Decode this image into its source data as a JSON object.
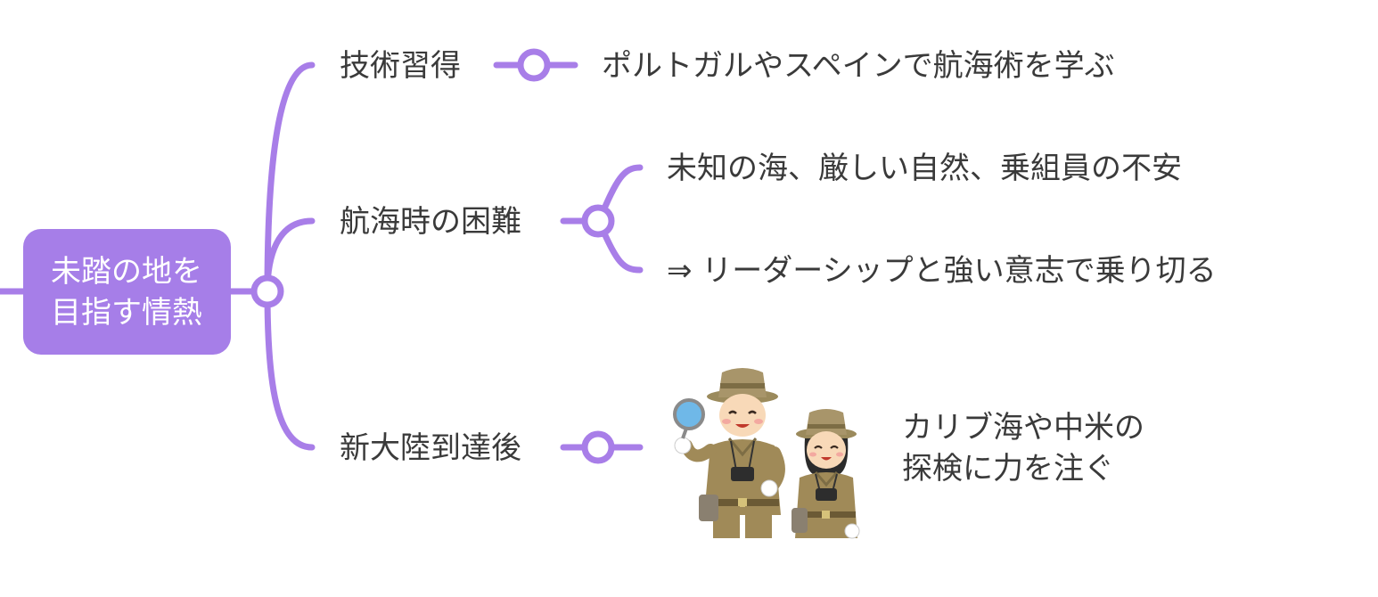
{
  "colors": {
    "accent": "#a87ee8",
    "root_fill": "#a67ee8",
    "text": "#3a3a3a"
  },
  "root": {
    "line1": "未踏の地を",
    "line2": "目指す情熱"
  },
  "branches": {
    "skill": {
      "label": "技術習得",
      "detail": "ポルトガルやスペインで航海術を学ぶ"
    },
    "hardship": {
      "label": "航海時の困難",
      "detail1": "未知の海、厳しい自然、乗組員の不安",
      "detail2": "⇒ リーダーシップと強い意志で乗り切る"
    },
    "arrival": {
      "label": "新大陸到達後",
      "illustration": "explorers-illustration",
      "detail_line1": "カリブ海や中米の",
      "detail_line2": "探検に力を注ぐ"
    }
  }
}
